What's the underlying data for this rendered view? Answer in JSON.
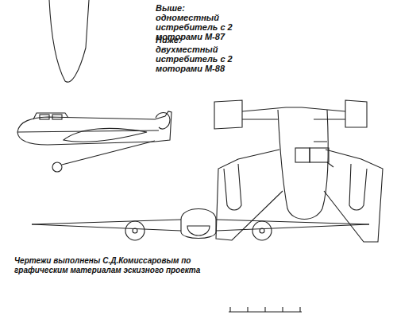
{
  "diagram": {
    "labels": [
      "Выше:",
      "одноместный истребитель с 2 моторами М-87",
      "Ниже:",
      "двухместный истребитель с 2 моторами М-88",
      "Чертежи выполнены С.Д.Комиссаровым по графическим материалам эскизного проекта"
    ]
  }
}
